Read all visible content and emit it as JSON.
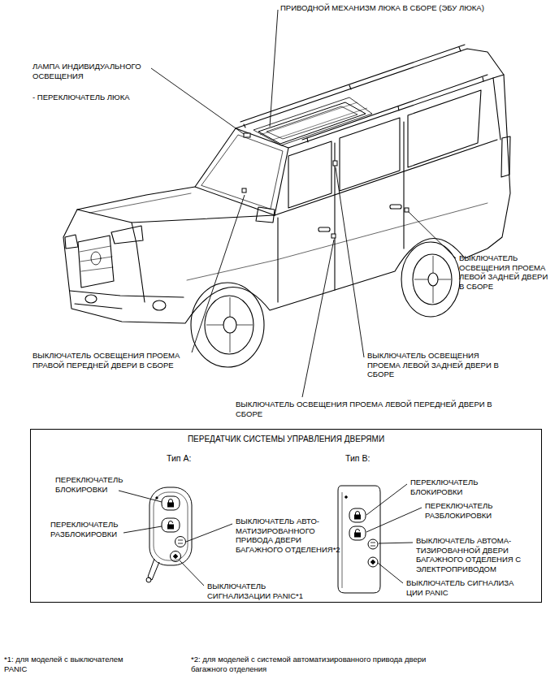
{
  "diagram": {
    "nodes": [
      {
        "text": [
          "ПЕРЕДАТЧИК СИСТЕМЫ УПРАВЛЕНИЯ ДВЕРЯМИ"
        ]
      }
    ],
    "labels": [
      "ПРИВОДНОЙ МЕХАНИЗМ ЛЮКА В СБОРЕ (ЭБУ ЛЮКА)",
      "ЛАМПА ИНДИВИДУАЛЬНОГО ОСВЕЩЕНИЯ",
      "- ПЕРЕКЛЮЧАТЕЛЬ ЛЮКА",
      "ВЫКЛЮЧАТЕЛЬ ОСВЕЩЕНИЯ ПРОЕМА ЛЕВОЙ ЗАДНЕЙ ДВЕРИ В СБОРЕ",
      "ВЫКЛЮЧАТЕЛЬ ОСВЕЩЕНИЯ ПРОЕМА ПРАВОЙ ПЕРЕДНЕЙ ДВЕРИ В СБОРЕ",
      "ВЫКЛЮЧАТЕЛЬ ОСВЕЩЕНИЯ ПРОЕМА ЛЕВОЙ ЗАДНЕЙ ДВЕРИ В СБОРЕ",
      "ВЫКЛЮЧАТЕЛЬ ОСВЕЩЕНИЯ ПРОЕМА ЛЕВОЙ ПЕРЕДНЕЙ ДВЕРИ В СБОРЕ",
      "Тип А:",
      "Тип В:",
      "ПЕРЕКЛЮЧАТЕЛЬ БЛОКИРОВКИ",
      "ПЕРЕКЛЮЧАТЕЛЬ РАЗБЛОКИРОВКИ",
      "ВЫКЛЮЧАТЕЛЬ АВТО- МАТИЗИРОВАННОГО ПРИВОДА ДВЕРИ БАГАЖНОГО ОТДЕЛЕНИЯ*2",
      "ВЫКЛЮЧАТЕЛЬ СИГНАЛИЗАЦИИ PANIC*1",
      "ПЕРЕКЛЮЧАТЕЛЬ БЛОКИРОВКИ",
      "ПЕРЕКЛЮЧАТЕЛЬ РАЗБЛОКИРОВКИ",
      "ВЫКЛЮЧАТЕЛЬ АВТОМА- ТИЗИРОВАННОЙ ДВЕРИ БАГАЖНОГО ОТДЕЛЕНИЯ С ЭЛЕКТРОПРИВОДОМ",
      "ВЫКЛЮЧАТЕЛЬ СИГНАЛИЗА ЦИИ PANIC",
      "*1: для моделей с выключателем PANIC",
      "*2: для моделей с системой автоматизированного привода двери багажного отделения"
    ]
  }
}
